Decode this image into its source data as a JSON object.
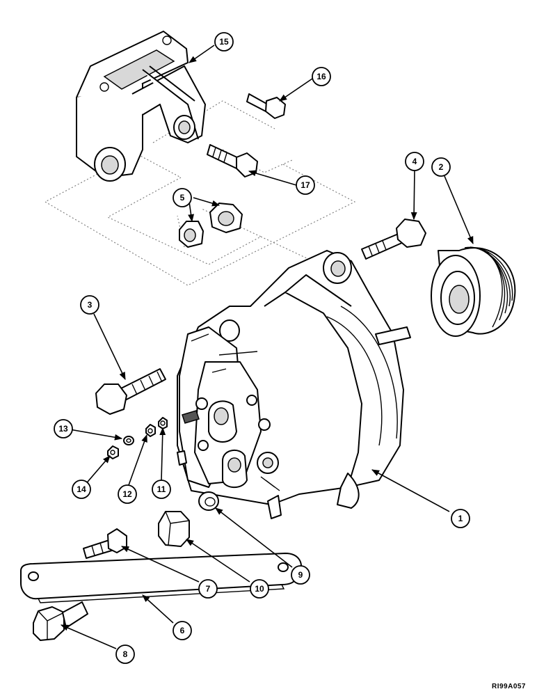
{
  "figure_code": "RI99A057",
  "callouts": [
    {
      "label": "1"
    },
    {
      "label": "2"
    },
    {
      "label": "3"
    },
    {
      "label": "4"
    },
    {
      "label": "5"
    },
    {
      "label": "6"
    },
    {
      "label": "7"
    },
    {
      "label": "8"
    },
    {
      "label": "9"
    },
    {
      "label": "10"
    },
    {
      "label": "11"
    },
    {
      "label": "12"
    },
    {
      "label": "13"
    },
    {
      "label": "14"
    },
    {
      "label": "15"
    },
    {
      "label": "16"
    },
    {
      "label": "17"
    }
  ]
}
